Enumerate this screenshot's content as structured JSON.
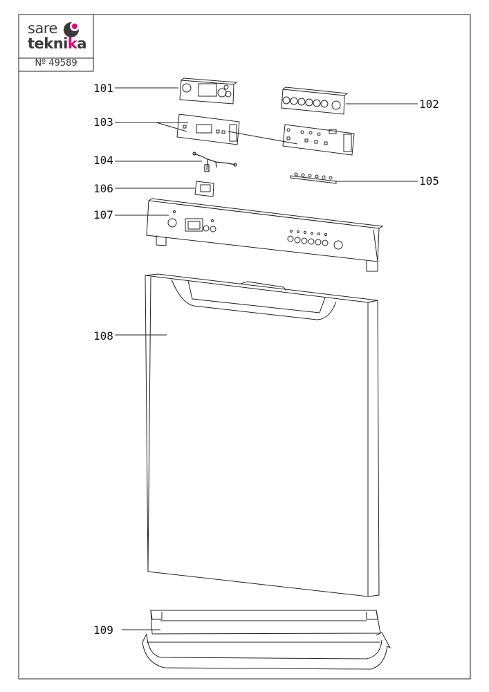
{
  "logo": {
    "brand_line1": "sare",
    "brand_line2_a": "tekni",
    "brand_line2_b": "k",
    "brand_line2_c": "a",
    "reference": "Nº 49589",
    "accent_color": "#e6007e"
  },
  "callouts": {
    "c101": "101",
    "c102": "102",
    "c103": "103",
    "c104": "104",
    "c105": "105",
    "c106": "106",
    "c107": "107",
    "c108": "108",
    "c109": "109"
  }
}
